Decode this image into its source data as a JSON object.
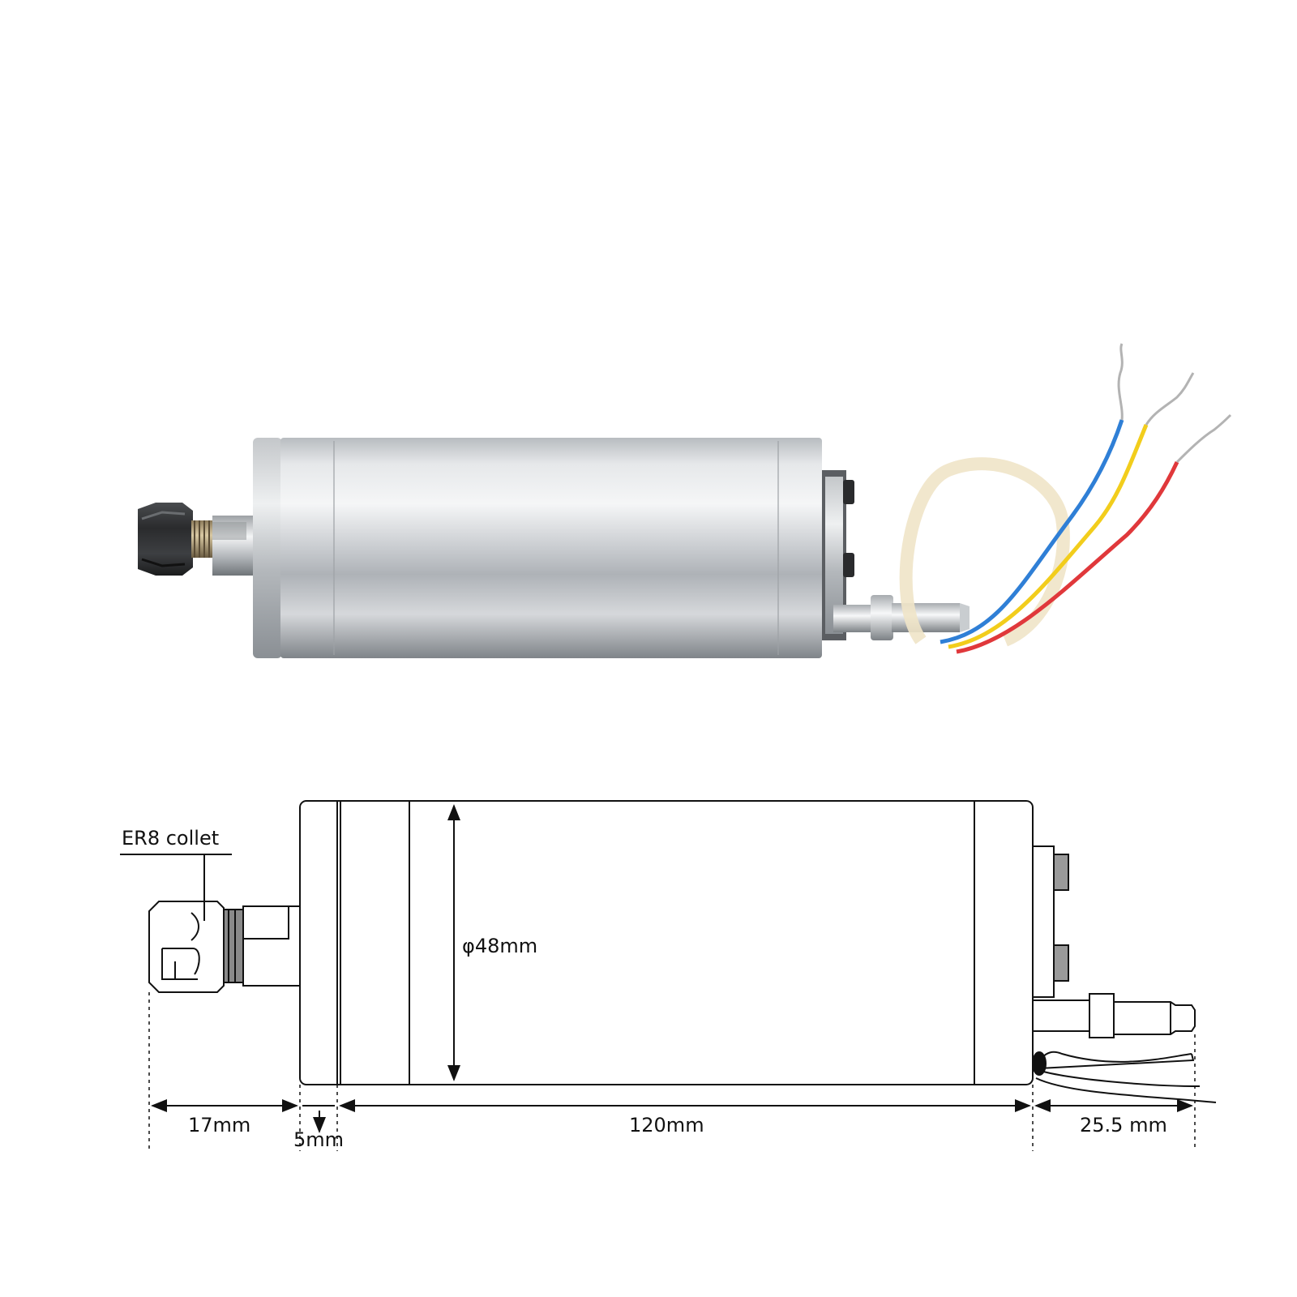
{
  "product_photo": {
    "subject": "air-cooled spindle motor with ER8 collet",
    "wire_colors": [
      "#2f7fd6",
      "#f2cd1c",
      "#e0383b"
    ]
  },
  "drawing": {
    "collet_label": "ER8  collet",
    "diameter_label": "φ48mm",
    "dimensions": {
      "collet_length": "17mm",
      "front_cap": "5mm",
      "body_length": "120mm",
      "rear_length": "25.5 mm"
    }
  }
}
